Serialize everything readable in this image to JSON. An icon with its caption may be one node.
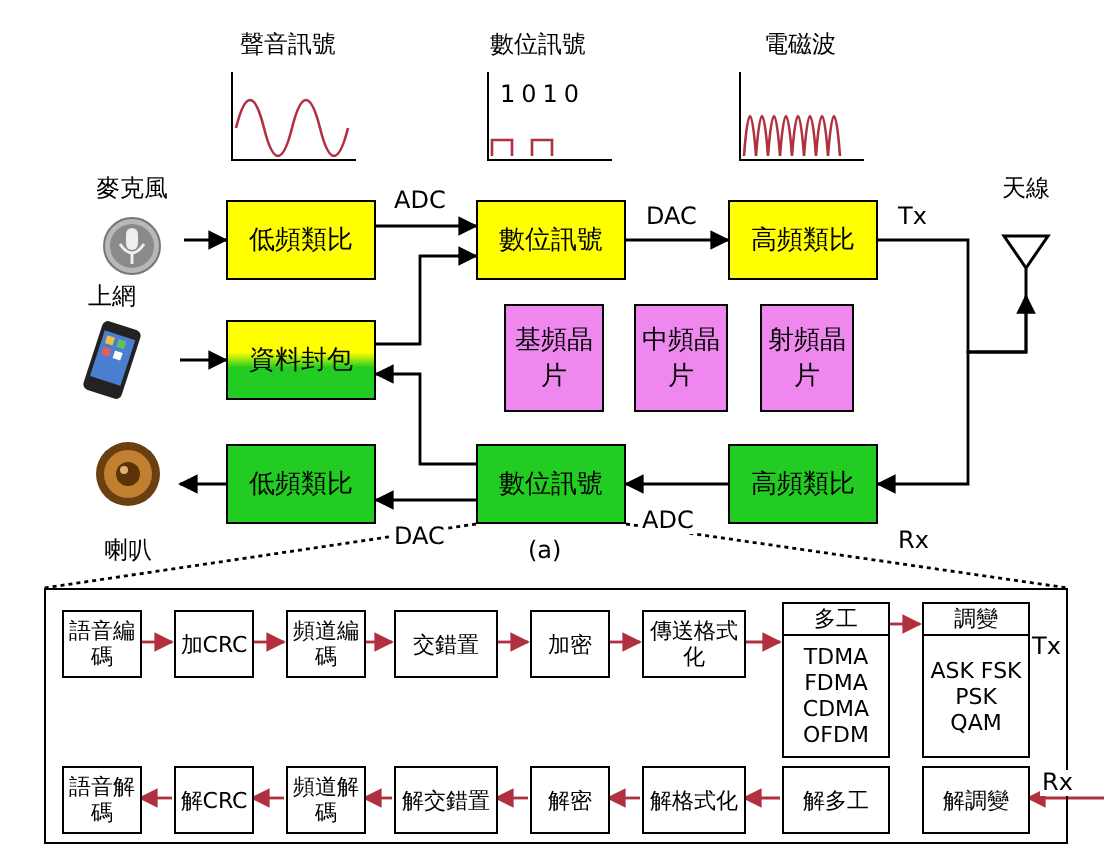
{
  "diagram": {
    "nodes": [
      {
        "text": [
          "麥克風"
        ]
      },
      {
        "text": [
          "低頻類比"
        ]
      },
      {
        "text": [
          "數位訊號"
        ]
      },
      {
        "text": [
          "高頻類比"
        ]
      },
      {
        "text": [
          "天線"
        ]
      },
      {
        "text": [
          "上網"
        ]
      },
      {
        "text": [
          "資料封包"
        ]
      },
      {
        "text": [
          "基頻晶片"
        ]
      },
      {
        "text": [
          "中頻晶片"
        ]
      },
      {
        "text": [
          "射頻晶片"
        ]
      },
      {
        "text": [
          "喇叭"
        ]
      },
      {
        "text": [
          "低頻類比"
        ]
      },
      {
        "text": [
          "數位訊號"
        ]
      },
      {
        "text": [
          "高頻類比"
        ]
      },
      {
        "text": [],
        "shape": "box"
      },
      {
        "text": [
          "語音編碼"
        ],
        "in": 14
      },
      {
        "text": [
          "加CRC"
        ],
        "in": 14
      },
      {
        "text": [
          "頻道編碼"
        ],
        "in": 14
      },
      {
        "text": [
          "交錯置"
        ],
        "in": 14
      },
      {
        "text": [
          "加密"
        ],
        "in": 14
      },
      {
        "text": [
          "傳送格式化"
        ],
        "in": 14
      },
      {
        "text": [
          "多工",
          "TDMA FDMA CDMA OFDM"
        ],
        "in": 14
      },
      {
        "text": [
          "調變",
          "ASK FSK PSK QAM"
        ],
        "in": 14
      },
      {
        "text": [
          "語音解碼"
        ],
        "in": 14
      },
      {
        "text": [
          "解CRC"
        ],
        "in": 14
      },
      {
        "text": [
          "頻道解碼"
        ],
        "in": 14
      },
      {
        "text": [
          "解交錯置"
        ],
        "in": 14
      },
      {
        "text": [
          "解密"
        ],
        "in": 14
      },
      {
        "text": [
          "解格式化"
        ],
        "in": 14
      },
      {
        "text": [
          "解多工"
        ],
        "in": 14
      },
      {
        "text": [
          "解調變"
        ],
        "in": 14
      }
    ],
    "edges": [
      {
        "from": 0,
        "to": 1,
        "arrow": "to",
        "color": "#000000"
      },
      {
        "from": 1,
        "to": 2,
        "label": "ADC",
        "arrow": "to",
        "color": "#000000"
      },
      {
        "from": 2,
        "to": 3,
        "label": "DAC",
        "arrow": "to",
        "color": "#000000"
      },
      {
        "from": 3,
        "to": 4,
        "label": "Tx",
        "arrow": "to",
        "color": "#000000"
      },
      {
        "from": 4,
        "to": 13,
        "label": "Rx",
        "arrow": "to",
        "color": "#000000"
      },
      {
        "from": 13,
        "to": 12,
        "label": "ADC",
        "arrow": "to",
        "color": "#000000"
      },
      {
        "from": 12,
        "to": 11,
        "label": "DAC",
        "arrow": "to",
        "color": "#000000"
      },
      {
        "from": 11,
        "to": 10,
        "arrow": "to",
        "color": "#000000"
      },
      {
        "from": 5,
        "to": 6,
        "arrow": "to",
        "color": "#000000"
      },
      {
        "from": 6,
        "to": 2,
        "arrow": "to",
        "color": "#000000"
      },
      {
        "from": 12,
        "to": 6,
        "arrow": "to",
        "color": "#000000"
      },
      {
        "from": 12,
        "to": 14,
        "arrow": "none",
        "style": "dashed",
        "color": "#000000"
      },
      {
        "from": 15,
        "to": 16,
        "arrow": "to",
        "color": "#b03040"
      },
      {
        "from": 16,
        "to": 17,
        "arrow": "to",
        "color": "#b03040"
      },
      {
        "from": 17,
        "to": 18,
        "arrow": "to",
        "color": "#b03040"
      },
      {
        "from": 18,
        "to": 19,
        "arrow": "to",
        "color": "#b03040"
      },
      {
        "from": 19,
        "to": 20,
        "arrow": "to",
        "color": "#b03040"
      },
      {
        "from": 20,
        "to": 21,
        "arrow": "to",
        "color": "#b03040"
      },
      {
        "from": 21,
        "to": 22,
        "arrow": "to",
        "color": "#b03040"
      },
      {
        "from": null,
        "to": 30,
        "label": "Rx",
        "arrow": "to",
        "color": "#b03040"
      },
      {
        "from": 29,
        "to": 28,
        "arrow": "to",
        "color": "#b03040"
      },
      {
        "from": 28,
        "to": 27,
        "arrow": "to",
        "color": "#b03040"
      },
      {
        "from": 27,
        "to": 26,
        "arrow": "to",
        "color": "#b03040"
      },
      {
        "from": 26,
        "to": 25,
        "arrow": "to",
        "color": "#b03040"
      },
      {
        "from": 25,
        "to": 24,
        "arrow": "to",
        "color": "#b03040"
      },
      {
        "from": 24,
        "to": 23,
        "arrow": "to",
        "color": "#b03040"
      }
    ],
    "labels": [
      "聲音訊號",
      "數位訊號",
      "1010",
      "電磁波",
      "(a)",
      "Tx"
    ]
  }
}
